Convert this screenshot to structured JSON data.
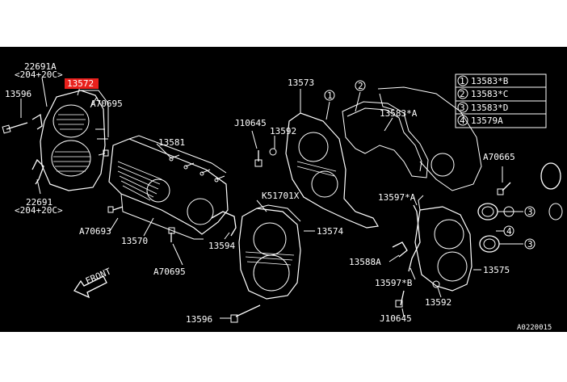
{
  "diagram": {
    "labels": {
      "l_22691a": "22691A",
      "l_204_20c_top": "<204+20C>",
      "l_13572": "13572",
      "l_13596_top": "13596",
      "l_a70695_top": "A70695",
      "l_22691": "22691",
      "l_204_20c_bot": "<204+20C>",
      "l_13581": "13581",
      "l_a70693": "A70693",
      "l_13570": "13570",
      "l_a70695_bot": "A70695",
      "l_13594": "13594",
      "l_j10645_top": "J10645",
      "l_13592_top": "13592",
      "l_13573": "13573",
      "l_k51701x": "K51701X",
      "l_13574": "13574",
      "l_13596_bot": "13596",
      "l_13583a": "13583*A",
      "l_13597a": "13597*A",
      "l_a70665": "A70665",
      "l_13588a": "13588A",
      "l_13597b": "13597*B",
      "l_13575": "13575",
      "l_13592_bot": "13592",
      "l_j10645_bot": "J10645",
      "l_front": "FRONT",
      "l_code": "A0220015"
    },
    "callouts": {
      "c1": "1",
      "c2": "2",
      "c3": "3",
      "c4": "4"
    },
    "legend": [
      {
        "num": "1",
        "part": "13583*B"
      },
      {
        "num": "2",
        "part": "13583*C"
      },
      {
        "num": "3",
        "part": "13583*D"
      },
      {
        "num": "4",
        "part": "13579A"
      }
    ],
    "colors": {
      "background": "#000000",
      "lines": "#ffffff",
      "highlight": "#e8201c"
    }
  }
}
